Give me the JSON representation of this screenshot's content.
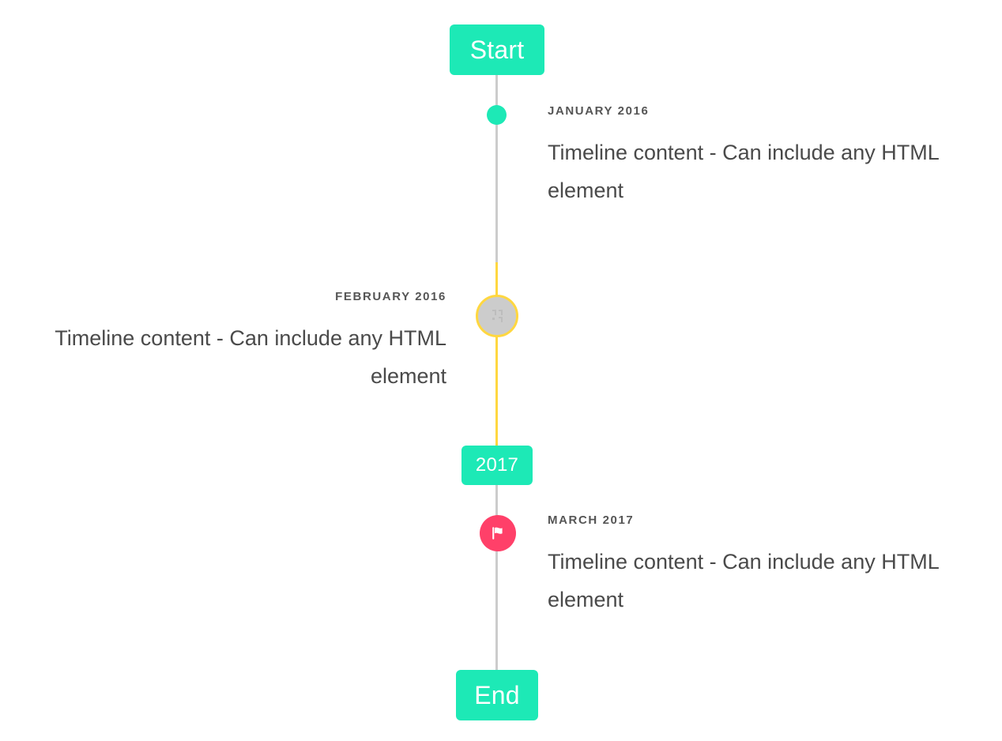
{
  "timeline": {
    "start_label": "Start",
    "end_label": "End",
    "year_divider_label": "2017",
    "colors": {
      "accent_teal": "#1de9b6",
      "accent_yellow": "#ffd740",
      "accent_pink": "#ff4069",
      "rail_gray": "#cccccc",
      "marker_gray": "#cccccc",
      "date_text": "#555555",
      "body_text": "#4a4a4a",
      "background": "#ffffff"
    },
    "entries": [
      {
        "date": "JANUARY 2016",
        "body": "Timeline content - Can include any HTML element",
        "side": "right",
        "marker": "dot-teal"
      },
      {
        "date": "FEBRUARY 2016",
        "body": "Timeline content - Can include any HTML element",
        "side": "left",
        "marker": "missing-glyph-icon"
      },
      {
        "date": "MARCH 2017",
        "body": "Timeline content - Can include any HTML element",
        "side": "right",
        "marker": "flag-icon"
      }
    ]
  }
}
